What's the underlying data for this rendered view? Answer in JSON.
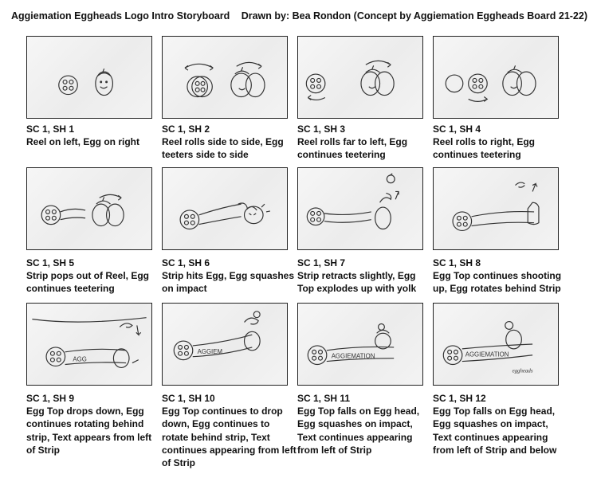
{
  "header": {
    "title": "Aggiemation Eggheads Logo Intro Storyboard",
    "credit": "Drawn by: Bea Rondon (Concept by Aggiemation Eggheads Board 21-22)"
  },
  "panels": [
    {
      "shot": "SC 1, SH 1",
      "description": "Reel on left, Egg on right",
      "sketch_text": ""
    },
    {
      "shot": "SC 1, SH 2",
      "description": "Reel rolls side to side, Egg teeters side to side",
      "sketch_text": ""
    },
    {
      "shot": "SC 1, SH 3",
      "description": "Reel rolls far to left, Egg continues teetering",
      "sketch_text": ""
    },
    {
      "shot": "SC 1, SH 4",
      "description": "Reel rolls to right, Egg continues teetering",
      "sketch_text": ""
    },
    {
      "shot": "SC 1, SH 5",
      "description": "Strip pops out of Reel, Egg continues teetering",
      "sketch_text": ""
    },
    {
      "shot": "SC 1, SH 6",
      "description": "Strip hits Egg, Egg squashes on impact",
      "sketch_text": ""
    },
    {
      "shot": "SC 1, SH 7",
      "description": "Strip retracts slightly, Egg Top explodes up with yolk",
      "sketch_text": ""
    },
    {
      "shot": "SC 1, SH 8",
      "description": "Egg Top continues shooting up, Egg rotates behind Strip",
      "sketch_text": ""
    },
    {
      "shot": "SC 1, SH 9",
      "description": "Egg Top drops down, Egg continues rotating behind strip, Text appears from left of Strip",
      "sketch_text": "AGG"
    },
    {
      "shot": "SC 1, SH 10",
      "description": "Egg Top continues to drop down, Egg continues to rotate behind strip, Text continues appearing from left of Strip",
      "sketch_text": "AGGIEM"
    },
    {
      "shot": "SC 1, SH 11",
      "description": "Egg Top falls on Egg head, Egg squashes on impact, Text continues appearing from left of Strip",
      "sketch_text": "AGGIEMATION"
    },
    {
      "shot": "SC 1, SH 12",
      "description": "Egg Top falls on Egg head, Egg squashes on impact, Text continues appearing from left of Strip and below",
      "sketch_text": "AGGIEMATION",
      "sketch_subtext": "eggheads"
    }
  ]
}
